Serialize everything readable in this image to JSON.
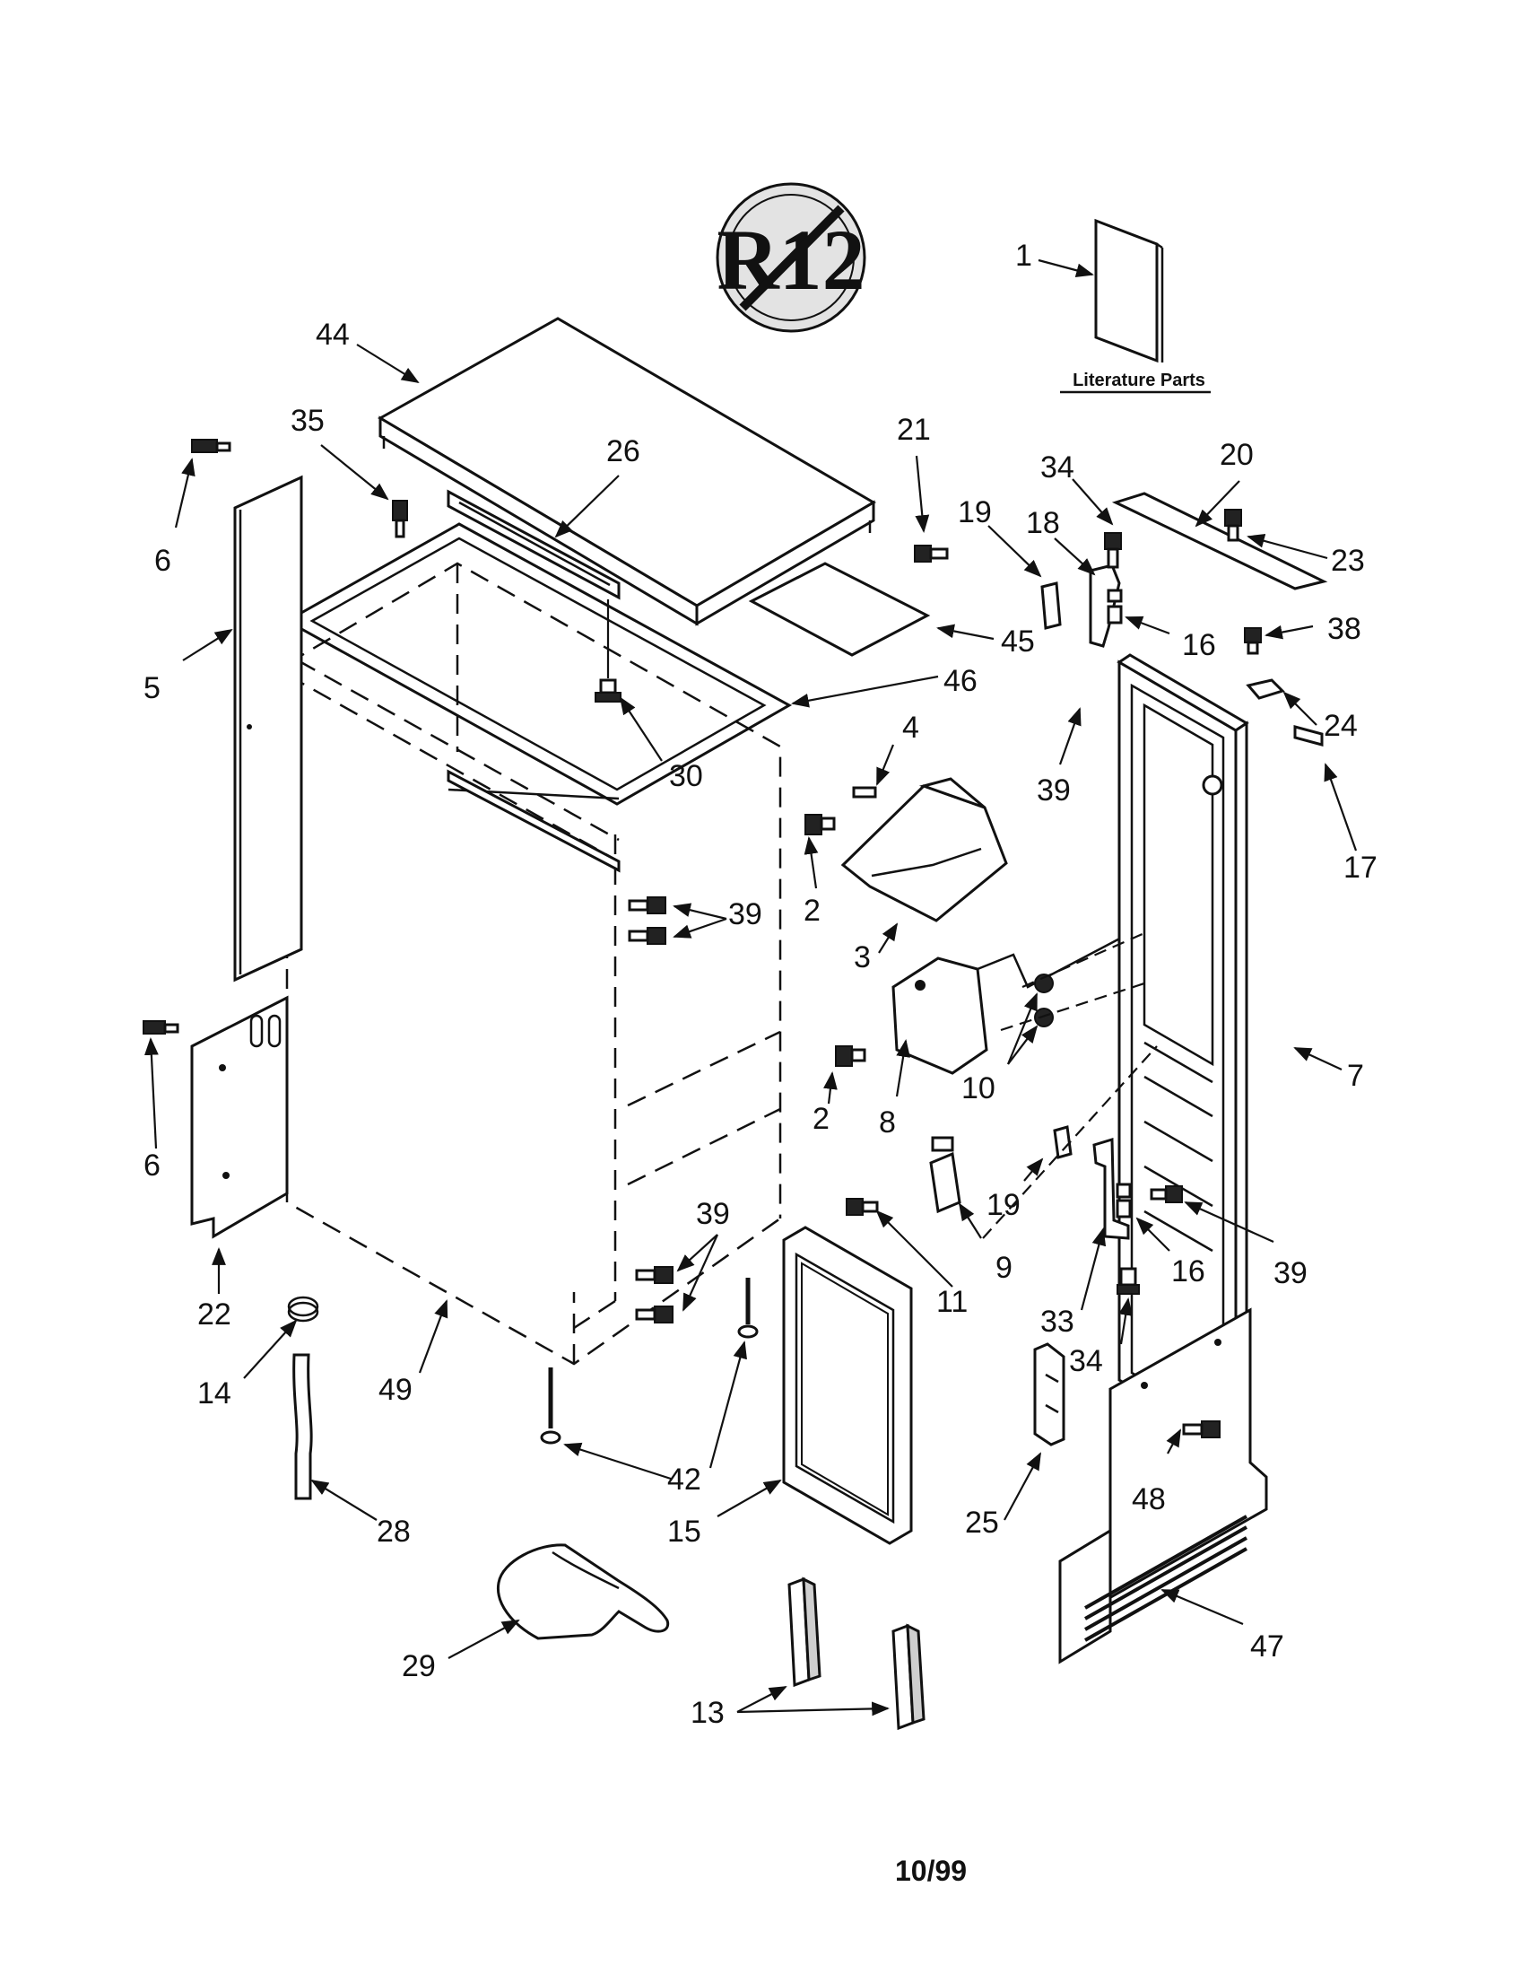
{
  "badge": {
    "text": "R12"
  },
  "literature_label": "Literature Parts",
  "date_code": "10/99",
  "callouts": {
    "c1": "1",
    "c44": "44",
    "c35": "35",
    "c26": "26",
    "c21": "21",
    "c34a": "34",
    "c20": "20",
    "c19a": "19",
    "c18": "18",
    "c23": "23",
    "c6a": "6",
    "c45": "45",
    "c16a": "16",
    "c38": "38",
    "c5": "5",
    "c46": "46",
    "c4": "4",
    "c24": "24",
    "c30": "30",
    "c39a": "39",
    "c17": "17",
    "c2a": "2",
    "c39b": "39",
    "c3": "3",
    "c10": "10",
    "c7": "7",
    "c2b": "2",
    "c8": "8",
    "c6b": "6",
    "c19b": "19",
    "c39c": "39",
    "c9": "9",
    "c16b": "16",
    "c39d": "39",
    "c22": "22",
    "c11": "11",
    "c33": "33",
    "c14": "14",
    "c49": "49",
    "c34b": "34",
    "c42": "42",
    "c48": "48",
    "c28": "28",
    "c15": "15",
    "c25": "25",
    "c29": "29",
    "c47": "47",
    "c13": "13"
  }
}
